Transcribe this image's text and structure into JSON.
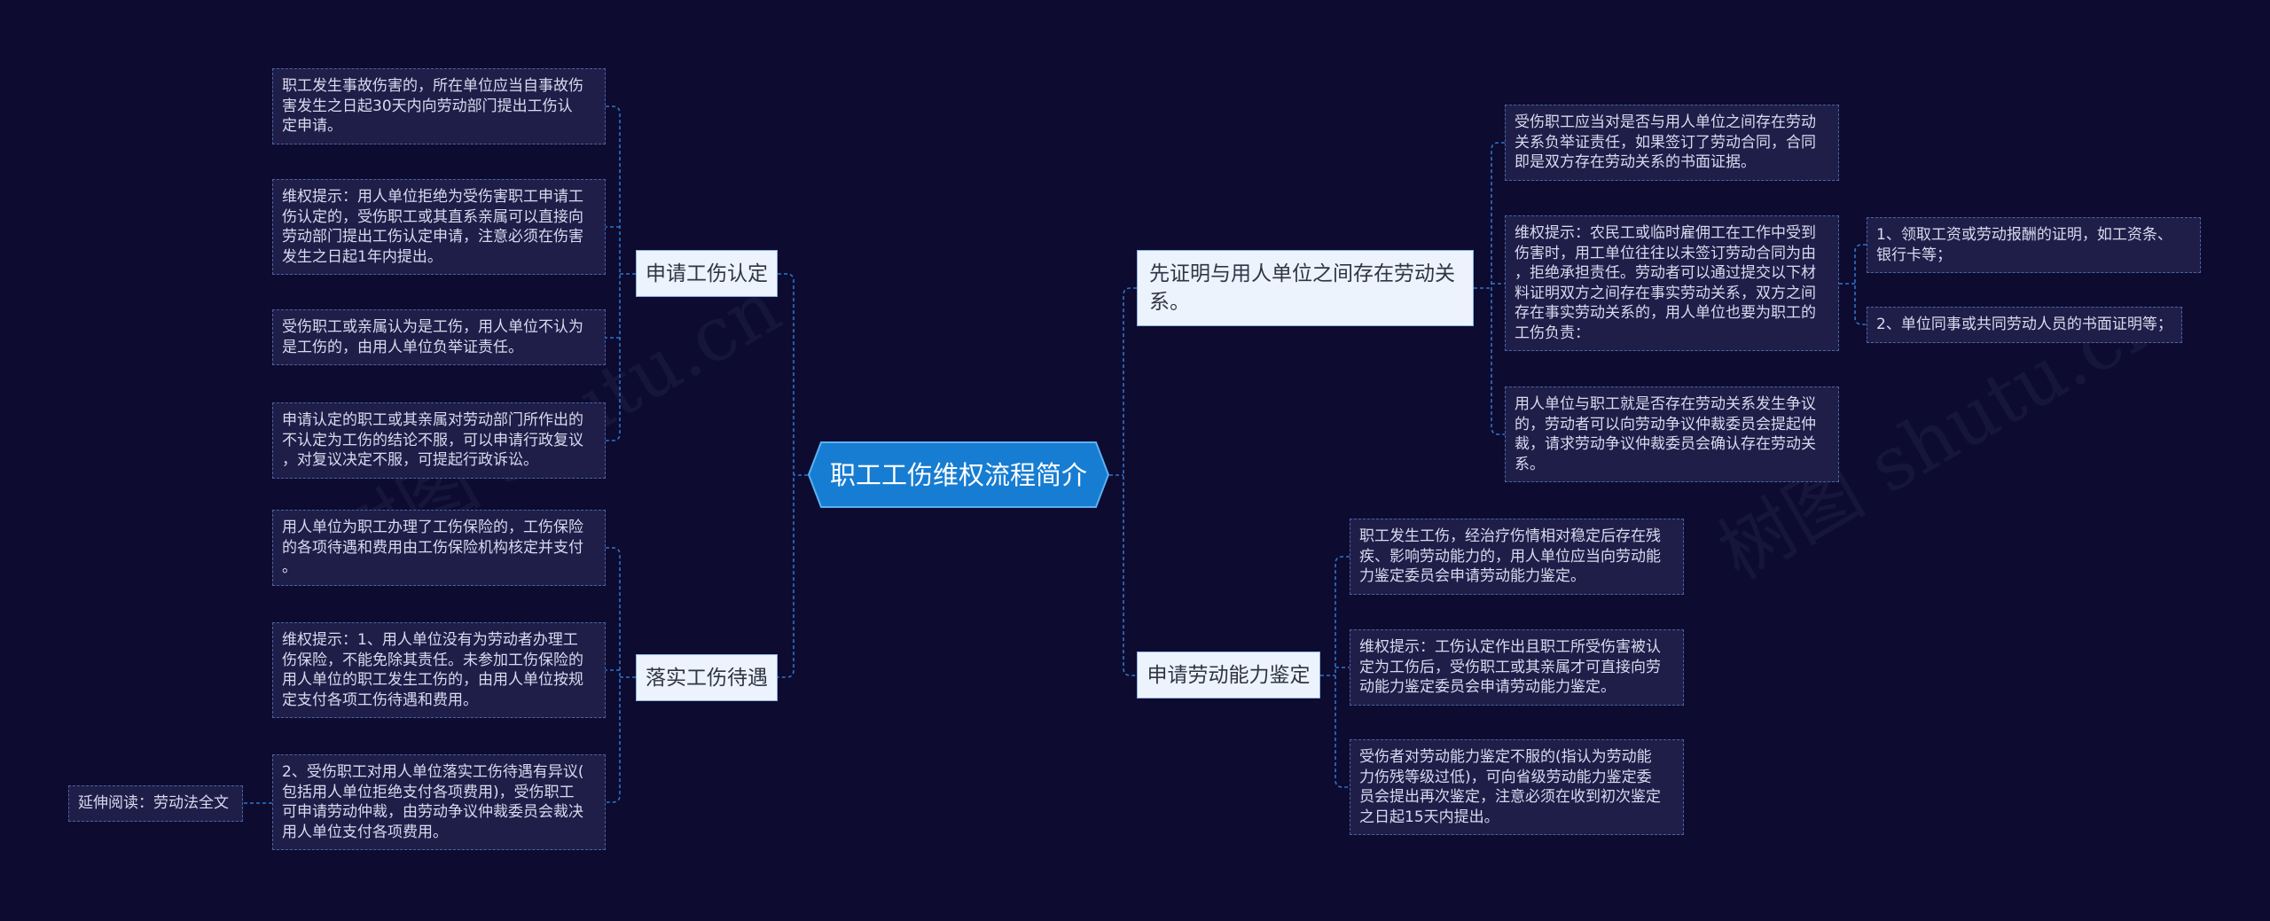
{
  "colors": {
    "background": "#0d0b30",
    "central_fill": "#177dd2",
    "central_border": "#5ab2f2",
    "branch_fill": "#edf3fc",
    "branch_border": "#8db2e2",
    "leaf_fill": "#1f1e48",
    "leaf_border": "#4a63a3",
    "connector": "#2f74c8"
  },
  "watermark": "树图 shutu.cn",
  "central": {
    "title": "职工工伤维权流程简介"
  },
  "left": [
    {
      "label": [
        "申请工伤认定"
      ],
      "leaves": [
        {
          "lines": [
            "职工发生事故伤害的，所在单位应当自事故伤",
            "害发生之日起30天内向劳动部门提出工伤认",
            "定申请。"
          ]
        },
        {
          "lines": [
            "维权提示：用人单位拒绝为受伤害职工申请工",
            "伤认定的，受伤职工或其直系亲属可以直接向",
            "劳动部门提出工伤认定申请，注意必须在伤害",
            "发生之日起1年内提出。"
          ]
        },
        {
          "lines": [
            "受伤职工或亲属认为是工伤，用人单位不认为",
            "是工伤的，由用人单位负举证责任。"
          ]
        },
        {
          "lines": [
            "申请认定的职工或其亲属对劳动部门所作出的",
            "不认定为工伤的结论不服，可以申请行政复议",
            "，对复议决定不服，可提起行政诉讼。"
          ]
        }
      ]
    },
    {
      "label": [
        "落实工伤待遇"
      ],
      "leaves": [
        {
          "lines": [
            "用人单位为职工办理了工伤保险的，工伤保险",
            "的各项待遇和费用由工伤保险机构核定并支付",
            "。"
          ]
        },
        {
          "lines": [
            "维权提示：1、用人单位没有为劳动者办理工",
            "伤保险，不能免除其责任。未参加工伤保险的",
            "用人单位的职工发生工伤的，由用人单位按规",
            "定支付各项工伤待遇和费用。"
          ]
        },
        {
          "lines": [
            "2、受伤职工对用人单位落实工伤待遇有异议(",
            "包括用人单位拒绝支付各项费用)，受伤职工",
            "可申请劳动仲裁，由劳动争议仲裁委员会裁决",
            "用人单位支付各项费用。"
          ],
          "children": [
            {
              "lines": [
                "延伸阅读：劳动法全文"
              ]
            }
          ]
        }
      ]
    }
  ],
  "right": [
    {
      "label": [
        "先证明与用人单位之间存在劳动关",
        "系。"
      ],
      "leaves": [
        {
          "lines": [
            "受伤职工应当对是否与用人单位之间存在劳动",
            "关系负举证责任，如果签订了劳动合同，合同",
            "即是双方存在劳动关系的书面证据。"
          ]
        },
        {
          "lines": [
            "维权提示：农民工或临时雇佣工在工作中受到",
            "伤害时，用工单位往往以未签订劳动合同为由",
            "，拒绝承担责任。劳动者可以通过提交以下材",
            "料证明双方之间存在事实劳动关系，双方之间",
            "存在事实劳动关系的，用人单位也要为职工的",
            "工伤负责："
          ],
          "children": [
            {
              "lines": [
                "1、领取工资或劳动报酬的证明，如工资条、",
                "银行卡等；"
              ]
            },
            {
              "lines": [
                "2、单位同事或共同劳动人员的书面证明等；"
              ]
            }
          ]
        },
        {
          "lines": [
            "用人单位与职工就是否存在劳动关系发生争议",
            "的，劳动者可以向劳动争议仲裁委员会提起仲",
            "裁，请求劳动争议仲裁委员会确认存在劳动关",
            "系。"
          ]
        }
      ]
    },
    {
      "label": [
        "申请劳动能力鉴定"
      ],
      "leaves": [
        {
          "lines": [
            "职工发生工伤，经治疗伤情相对稳定后存在残",
            "疾、影响劳动能力的，用人单位应当向劳动能",
            "力鉴定委员会申请劳动能力鉴定。"
          ]
        },
        {
          "lines": [
            "维权提示：工伤认定作出且职工所受伤害被认",
            "定为工伤后，受伤职工或其亲属才可直接向劳",
            "动能力鉴定委员会申请劳动能力鉴定。"
          ]
        },
        {
          "lines": [
            "受伤者对劳动能力鉴定不服的(指认为劳动能",
            "力伤残等级过低)，可向省级劳动能力鉴定委",
            "员会提出再次鉴定，注意必须在收到初次鉴定",
            "之日起15天内提出。"
          ]
        }
      ]
    }
  ]
}
